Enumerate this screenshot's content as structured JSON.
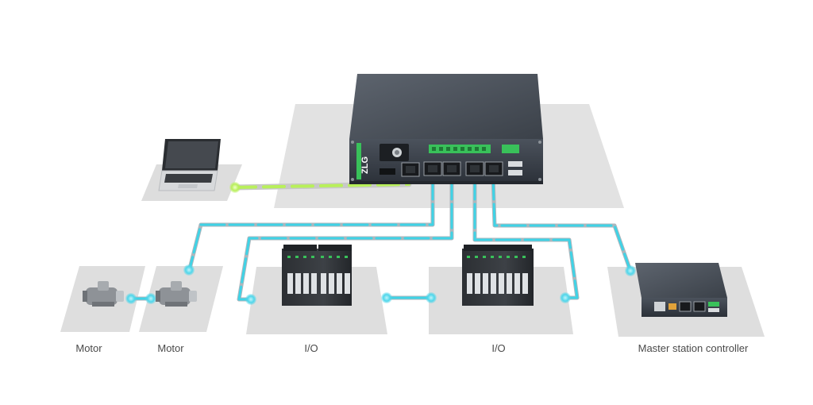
{
  "labels": {
    "motor_1": "Motor",
    "motor_2": "Motor",
    "io_1": "I/O",
    "io_2": "I/O",
    "master": "Master station controller"
  },
  "device": {
    "brand": "ZLG"
  },
  "colors": {
    "link_cyan": "#3fd3e6",
    "link_green": "#b8f05a",
    "platform": "#dcdcdc",
    "device_body": "#3a4048",
    "accent_green": "#39c15a"
  }
}
